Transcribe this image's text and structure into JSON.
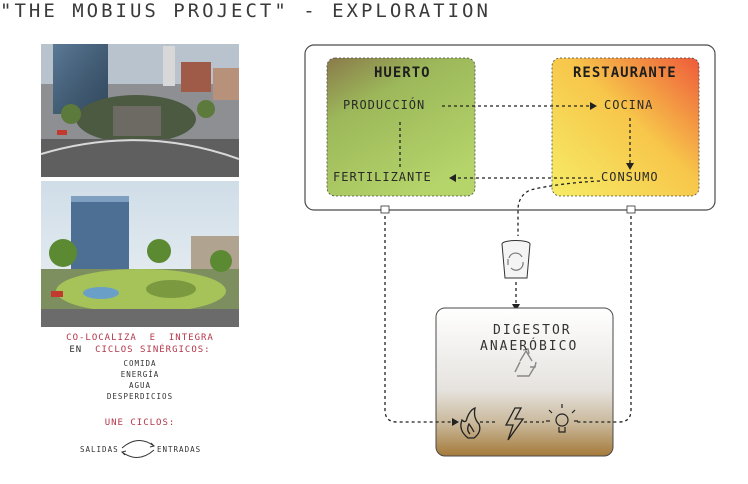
{
  "title": "\"THE  MOBIUS  PROJECT\"  -  EXPLORATION",
  "captions": {
    "line1_a": "CO-LOCALIZA",
    "line1_b": "E",
    "line1_c": "INTEGRA",
    "line2_a": "EN",
    "line2_b": "CICLOS SINÉRGICOS:",
    "items": [
      "COMIDA",
      "ENERGÍA",
      "AGUA",
      "DESPERDICIOS"
    ],
    "une": "UNE  CICLOS:",
    "salidas": "SALIDAS",
    "entradas": "ENTRADAS"
  },
  "diagram": {
    "huerto": {
      "title": "HUERTO",
      "produccion": "PRODUCCIÓN",
      "fertilizante": "FERTILIZANTE"
    },
    "restaurante": {
      "title": "RESTAURANTE",
      "cocina": "COCINA",
      "consumo": "CONSUMO"
    },
    "digestor": {
      "line1": "DIGESTOR",
      "line2": "ANAERÓBICO"
    }
  },
  "colors": {
    "huerto_dark": "#7a7a40",
    "huerto_green": "#a6cb62",
    "rest_red": "#ef6a3a",
    "rest_yellow": "#f7e44a",
    "accent_text": "#b3364a",
    "soil": "#a87c3e"
  },
  "icons": [
    "bucket-recycle-icon",
    "recycle-icon",
    "flame-icon",
    "lightning-icon",
    "lightbulb-icon",
    "cycle-arrows-icon"
  ]
}
